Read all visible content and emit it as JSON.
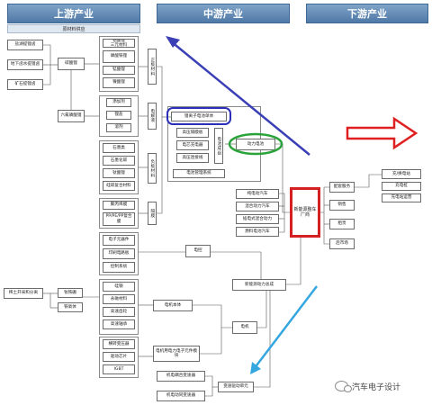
{
  "headers": {
    "upstream": "上游产业",
    "midstream": "中游产业",
    "downstream": "下游产业",
    "raw_materials": "原材料供应"
  },
  "upstream": {
    "salt_lake": "盐湖提锂卤",
    "underground_brine": "地下卤水提锂卤",
    "ore": "矿石提锂卤",
    "lithium_carbonate": "碳酸锂",
    "lipf6": "六氟磷酸锂",
    "cathode_items": [
      "钴酸锂\n三元材料",
      "磷酸铁锂",
      "锰酸锂",
      "镍酸锂"
    ],
    "cathode_label": "正极材料",
    "electrolyte_items": [
      "添加剂",
      "锂盐",
      "溶剂"
    ],
    "electrolyte_label": "电解液",
    "anode_items": [
      "石墨类",
      "石墨化碳",
      "钛酸锂",
      "硅碳复合材料"
    ],
    "anode_label": "负极材料",
    "separator_items": [
      "聚丙烯膜",
      "PP/PE/PP复合膜"
    ],
    "separator_label": "隔膜",
    "electronic_items": [
      "电子元器件",
      "印刷电路板",
      "控制系统"
    ],
    "rare_earth": "稀土开采和分离",
    "magnet_items": [
      "钕铁硼",
      "铁氧体"
    ],
    "motor_parts": [
      "硅钢",
      "永磁材料",
      "高速齿轮",
      "高速轴承"
    ],
    "controller_parts": [
      "横转变压器",
      "驱动芯片",
      "IGBT"
    ]
  },
  "midstream": {
    "cell": "锂离子电池单体",
    "cell_components": [
      "高压隔膜板",
      "电芯充电器",
      "高压连接线"
    ],
    "pack_label": "电池成组",
    "bms": "电池管理系统",
    "power_battery": "动力电池",
    "motor_control": "电控",
    "motor_body": "电机本体",
    "motor": "电机",
    "motor_controller": "电机用电力电子元件模块",
    "trans_a": "机电耦合变速器",
    "trans_b": "机电动同变速器",
    "drive_unit": "变速驱动单元",
    "ev_powertrain": "新能源动力总成"
  },
  "downstream": {
    "vehicle_types": [
      "纯电动汽车",
      "混合动力汽车",
      "插电式混合动力",
      "燃料电池汽车"
    ],
    "vehicle_maker": "新能源整车厂商",
    "charging": "充/换电站",
    "charging_items": [
      "充电桩",
      "充电站运营"
    ],
    "supporting": "配套服务",
    "sales": "销售",
    "rental": "租赁",
    "aftermarket": "后市场"
  },
  "watermark": "汽车电子设计",
  "colors": {
    "header": "#4f79a6",
    "arrow_blue": "#3b3fb5",
    "arrow_red": "#e02020",
    "arrow_cyan": "#35a7e0",
    "highlight_green": "#2aa33a",
    "highlight_red": "#d42020",
    "highlight_blue": "#2b2fb8"
  }
}
